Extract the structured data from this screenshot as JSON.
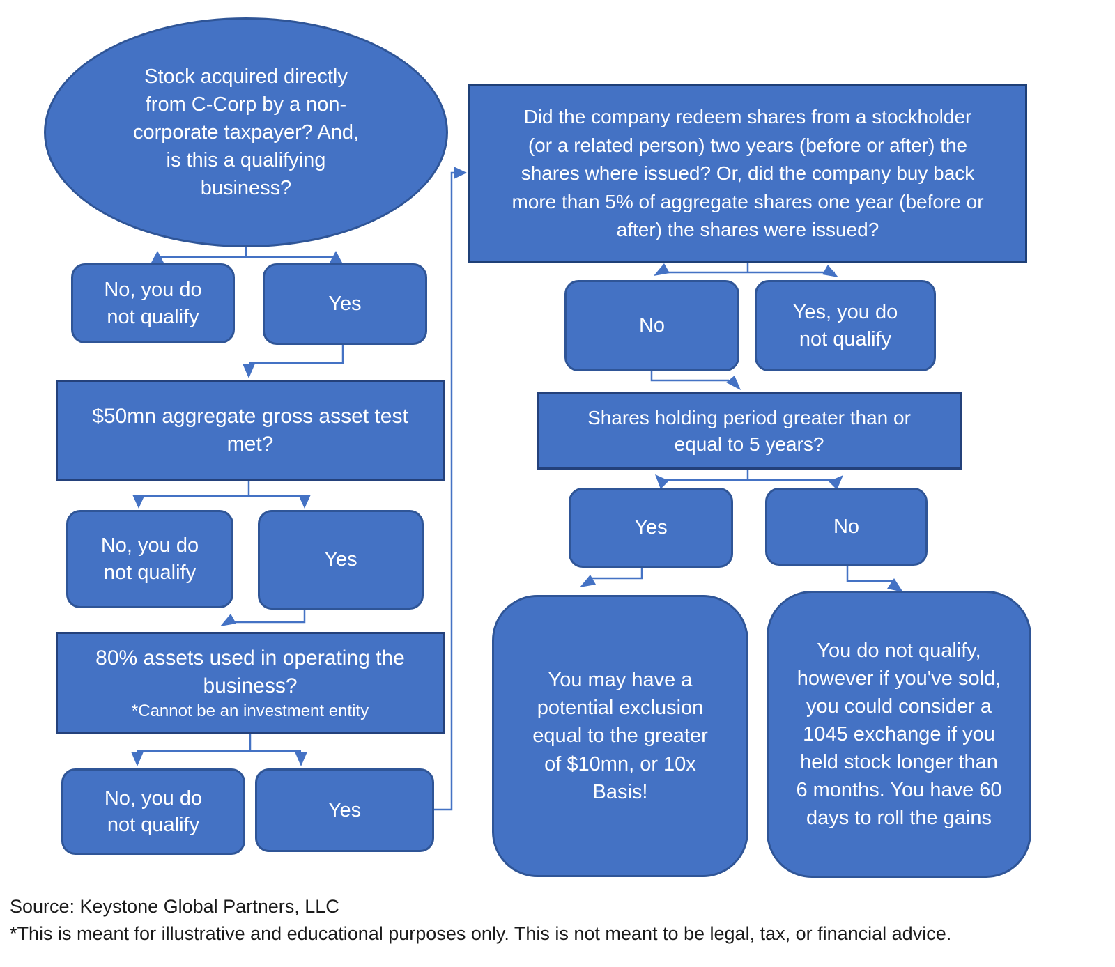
{
  "colors": {
    "node_fill": "#4472C4",
    "node_border": "#2F5597",
    "big_rect_border": "#1F4077",
    "connector": "#4472C4",
    "node_text": "#ffffff",
    "footer_text": "#1a1a1a",
    "background": "#ffffff"
  },
  "nodes": {
    "start_ellipse": {
      "text": "Stock acquired directly\nfrom C-Corp by a non-\ncorporate taxpayer? And,\nis this a qualifying\nbusiness?"
    },
    "redeem_question": {
      "text": "Did the company redeem shares from a stockholder\n(or a related person) two years (before or after) the\nshares where issued? Or, did the company buy back\nmore than 5% of aggregate shares one year (before or\nafter) the shares were issued?"
    },
    "no_not_qualify_1": {
      "text": "No, you do\nnot qualify"
    },
    "yes_1": {
      "text": "Yes"
    },
    "asset_test": {
      "text": "$50mn aggregate gross asset test\nmet?"
    },
    "no_not_qualify_2": {
      "text": "No, you do\nnot qualify"
    },
    "yes_2": {
      "text": "Yes"
    },
    "assets_80": {
      "text": "80% assets used in operating the\nbusiness?",
      "note": "*Cannot be an investment entity"
    },
    "no_not_qualify_3": {
      "text": "No, you do\nnot qualify"
    },
    "yes_3": {
      "text": "Yes"
    },
    "redeem_no": {
      "text": "No"
    },
    "redeem_yes_dq": {
      "text": "Yes, you do\nnot qualify"
    },
    "holding_period": {
      "text": "Shares holding period greater than or\nequal to 5 years?"
    },
    "holding_yes": {
      "text": "Yes"
    },
    "holding_no": {
      "text": "No"
    },
    "result_exclusion": {
      "text": "You may have a\npotential exclusion\nequal to the greater\nof $10mn, or 10x\nBasis!"
    },
    "result_1045": {
      "text": "You do not qualify,\nhowever if you've sold,\nyou could consider a\n1045 exchange if you\nheld stock longer than\n6 months. You have 60\ndays to roll the gains"
    }
  },
  "footer": {
    "source": "Source: Keystone Global Partners, LLC",
    "disclaimer": "*This is meant for illustrative and educational purposes only. This is not meant to be legal, tax, or financial advice."
  }
}
